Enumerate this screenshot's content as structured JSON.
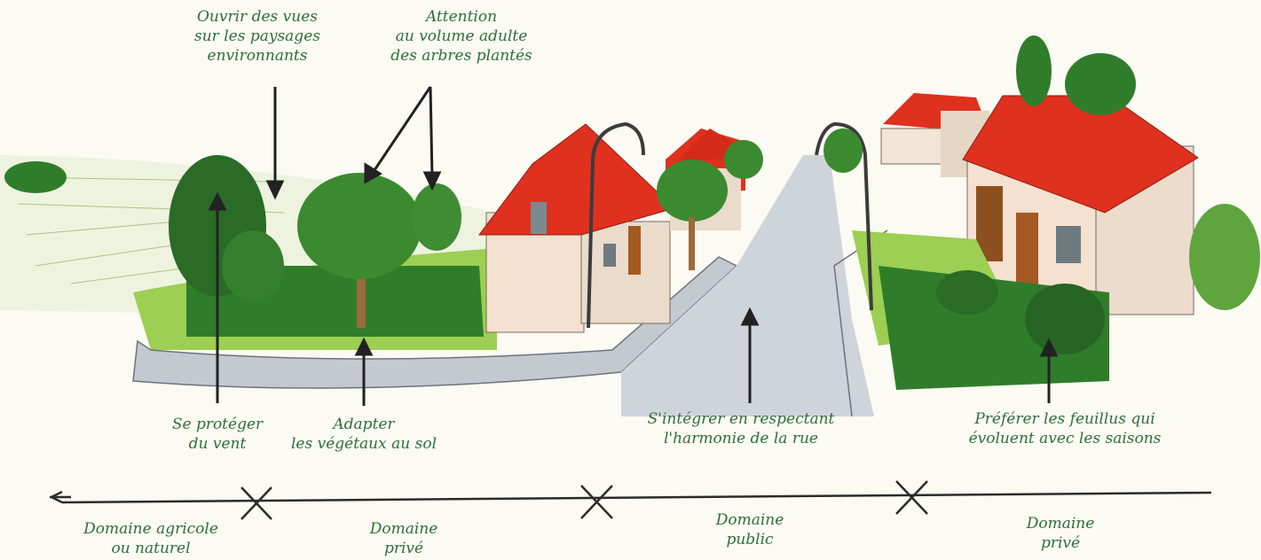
{
  "annotations": {
    "vues": [
      "Ouvrir des vues",
      "sur les paysages",
      "environnants"
    ],
    "volume": [
      "Attention",
      "au volume adulte",
      "des arbres plantés"
    ],
    "vent": [
      "Se protéger",
      "du vent"
    ],
    "sol": [
      "Adapter",
      "les végétaux au sol"
    ],
    "rue": [
      "S'intégrer en respectant",
      "l'harmonie de la rue"
    ],
    "feuillus": [
      "Préférer les feuillus qui",
      "évoluent avec les saisons"
    ]
  },
  "domains": {
    "agricole": [
      "Domaine agricole",
      "ou naturel"
    ],
    "prive_1": [
      "Domaine",
      "privé"
    ],
    "public": [
      "Domaine",
      "public"
    ],
    "prive_2": [
      "Domaine",
      "privé"
    ]
  },
  "colors": {
    "label": "#2e6f3a",
    "roof": "#e0301e",
    "lawn": "#8cc63f",
    "hedge": "#2f7d2a",
    "road": "#c9ced6"
  }
}
